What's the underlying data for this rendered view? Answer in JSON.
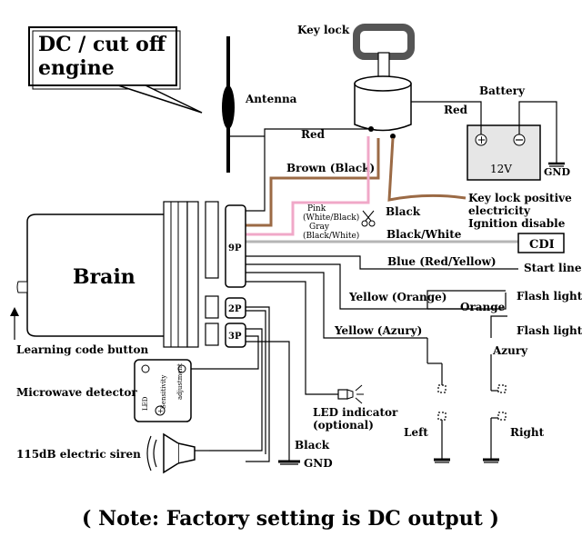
{
  "callout": {
    "line1": "DC / cut off",
    "line2": "engine"
  },
  "labels": {
    "key_lock": "Key lock",
    "battery": "Battery",
    "battery_voltage": "12V",
    "antenna": "Antenna",
    "red_key": "Red",
    "red_battery": "Red",
    "gnd_battery": "GND",
    "brown_black": "Brown (Black)",
    "pink_white_black": "Pink",
    "pink_white_black_2": "(White/Black)",
    "gray_label": "Gray",
    "gray_white": "(Black/White)",
    "black_key": "Black",
    "key_lock_positive_1": "Key lock positive",
    "key_lock_positive_2": "electricity",
    "ignition_disable": "Ignition disable",
    "black_white": "Black/White",
    "cdi": "CDI",
    "brain": "Brain",
    "connector_9p": "9P",
    "connector_2p": "2P",
    "connector_3p": "3P",
    "blue_red_yellow": "Blue (Red/Yellow)",
    "start_line": "Start line",
    "yellow_orange": "Yellow (Orange)",
    "orange": "Orange",
    "flash_light_1": "Flash light",
    "yellow_azury": "Yellow (Azury)",
    "azury": "Azury",
    "flash_light_2": "Flash light",
    "learning_code_button": "Learning code button",
    "microwave_detector": "Microwave detector",
    "led_indicator_1": "LED indicator",
    "led_indicator_2": "(optional)",
    "left": "Left",
    "right": "Right",
    "siren": "115dB electric siren",
    "black_gnd": "Black",
    "gnd_bottom": "GND",
    "sensor_led": "LED",
    "sensor_adjust_1": "Sensitivity",
    "sensor_adjust_2": "adjustment"
  },
  "note": "( Note: Factory setting is DC output )",
  "colors": {
    "wire": "#000000",
    "brown_wire": "#9b6a45",
    "pink_wire": "#f0a8c8",
    "gray_wire": "#b5b5b5",
    "battery_fill": "#e6e6e6"
  }
}
